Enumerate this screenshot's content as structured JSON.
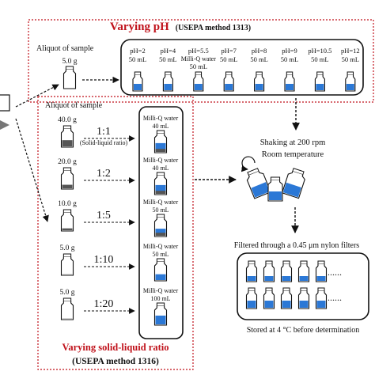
{
  "ph_section": {
    "title_main": "Varying pH",
    "title_method": "(USEPA method 1313)",
    "aliquot_label": "Aliquot of sample",
    "aliquot_mass": "5.0 g",
    "vials": [
      {
        "label": "pH=2",
        "sub": "",
        "volume": "50 mL"
      },
      {
        "label": "pH=4",
        "sub": "",
        "volume": "50 mL"
      },
      {
        "label": "pH=5.5",
        "sub": "Milli-Q water",
        "volume": "50 mL"
      },
      {
        "label": "pH=7",
        "sub": "",
        "volume": "50 mL"
      },
      {
        "label": "pH=8",
        "sub": "",
        "volume": "50 mL"
      },
      {
        "label": "pH=9",
        "sub": "",
        "volume": "50 mL"
      },
      {
        "label": "pH=10.5",
        "sub": "",
        "volume": "50 mL"
      },
      {
        "label": "pH=12",
        "sub": "",
        "volume": "50 mL"
      }
    ]
  },
  "ratio_section": {
    "title_main": "Varying solid-liquid ratio",
    "title_method": "(USEPA method 1316)",
    "aliquot_label": "Aliquot of sample",
    "rows": [
      {
        "mass": "40.0 g",
        "ratio": "1:1",
        "note": "(Solid-liquid ratio)",
        "water": "Milli-Q water",
        "volume": "40 mL"
      },
      {
        "mass": "20.0 g",
        "ratio": "1:2",
        "note": "",
        "water": "Milli-Q water",
        "volume": "40 mL"
      },
      {
        "mass": "10.0 g",
        "ratio": "1:5",
        "note": "",
        "water": "Milli-Q water",
        "volume": "50 mL"
      },
      {
        "mass": "5.0 g",
        "ratio": "1:10",
        "note": "",
        "water": "Milli-Q water",
        "volume": "50 mL"
      },
      {
        "mass": "5.0 g",
        "ratio": "1:20",
        "note": "",
        "water": "Milli-Q water",
        "volume": "100 mL"
      }
    ]
  },
  "process": {
    "shaking": "Shaking at 200 rpm",
    "room": "Room temperature",
    "filtered": "Filtered through a 0.45 μm nylon filters",
    "stored": "Stored at 4 °C before determination",
    "dots": "......"
  },
  "colors": {
    "accent_red": "#c0121b",
    "liquid_blue": "#2b78d6",
    "solid_gray": "#555555"
  }
}
